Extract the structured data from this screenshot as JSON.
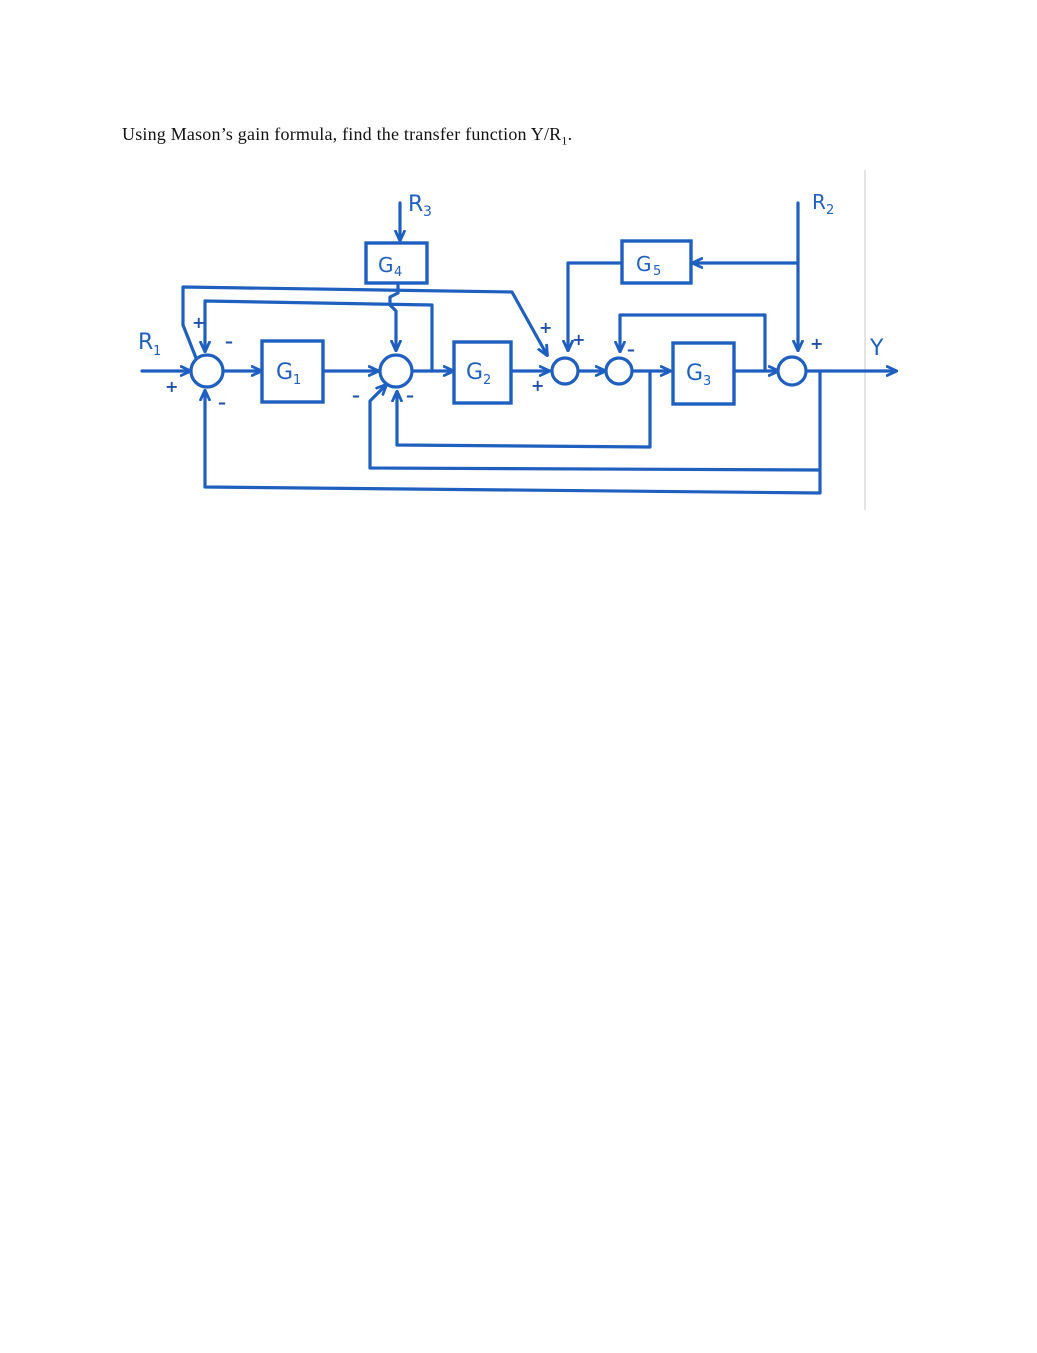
{
  "question": {
    "text": "Using Mason’s gain formula, find the transfer function Y/R",
    "subscript": "1",
    "suffix": "."
  },
  "diagram": {
    "blocks": {
      "g1": {
        "label": "G",
        "sub": "1"
      },
      "g2": {
        "label": "G",
        "sub": "2"
      },
      "g3": {
        "label": "G",
        "sub": "3"
      },
      "g4": {
        "label": "G",
        "sub": "4"
      },
      "g5": {
        "label": "G",
        "sub": "5"
      }
    },
    "signals": {
      "r1": {
        "label": "R",
        "sub": "1"
      },
      "r2": {
        "label": "R",
        "sub": "2"
      },
      "r3": {
        "label": "R",
        "sub": "3"
      },
      "y": {
        "label": "Y"
      }
    },
    "signs": {
      "s1_top_plus": "+",
      "s1_top_minus": "–",
      "s1_left_plus": "+",
      "s1_bottom_minus": "–",
      "s2_left_minus": "–",
      "s2_bottom_minus": "–",
      "s3_topleft_plus": "+",
      "s3_top_plus": "+",
      "s3_left_plus": "+",
      "s4_top_minus": "–",
      "s5_top_plus": "+"
    },
    "colors": {
      "ink": "#1f5fbf"
    }
  }
}
